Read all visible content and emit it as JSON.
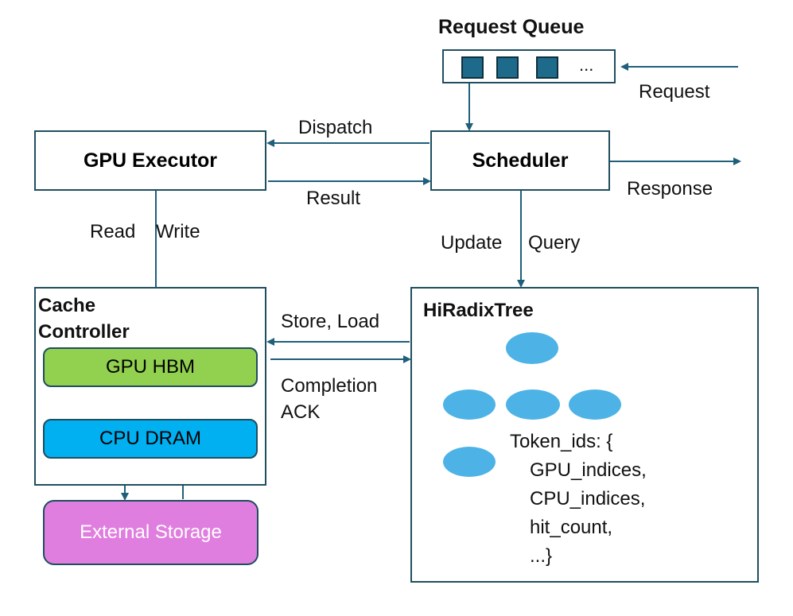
{
  "request_queue": {
    "title": "Request Queue",
    "ellipsis": "..."
  },
  "labels": {
    "request": "Request",
    "dispatch": "Dispatch",
    "result": "Result",
    "response": "Response",
    "read": "Read",
    "write": "Write",
    "update": "Update",
    "query": "Query",
    "store_load": "Store, Load",
    "completion": "Completion",
    "ack": "ACK"
  },
  "gpu_executor": {
    "title": "GPU Executor"
  },
  "scheduler": {
    "title": "Scheduler"
  },
  "cache_controller": {
    "title_line1": "Cache",
    "title_line2": "Controller",
    "gpu_hbm": "GPU HBM",
    "cpu_dram": "CPU DRAM"
  },
  "external_storage": {
    "label": "External Storage"
  },
  "hiradix_tree": {
    "title": "HiRadixTree",
    "metadata": [
      "Token_ids: {",
      "GPU_indices,",
      "CPU_indices,",
      "hit_count,",
      "...}"
    ]
  },
  "colors": {
    "arrow": "#1f5f7a",
    "box_border": "#1f4e5f",
    "gpu_hbm_fill": "#92d050",
    "cpu_dram_fill": "#00b0f0",
    "external_storage_fill": "#e07ee0",
    "tree_node_fill": "#4db3e6",
    "queue_slot_fill": "#1d6a8a"
  }
}
